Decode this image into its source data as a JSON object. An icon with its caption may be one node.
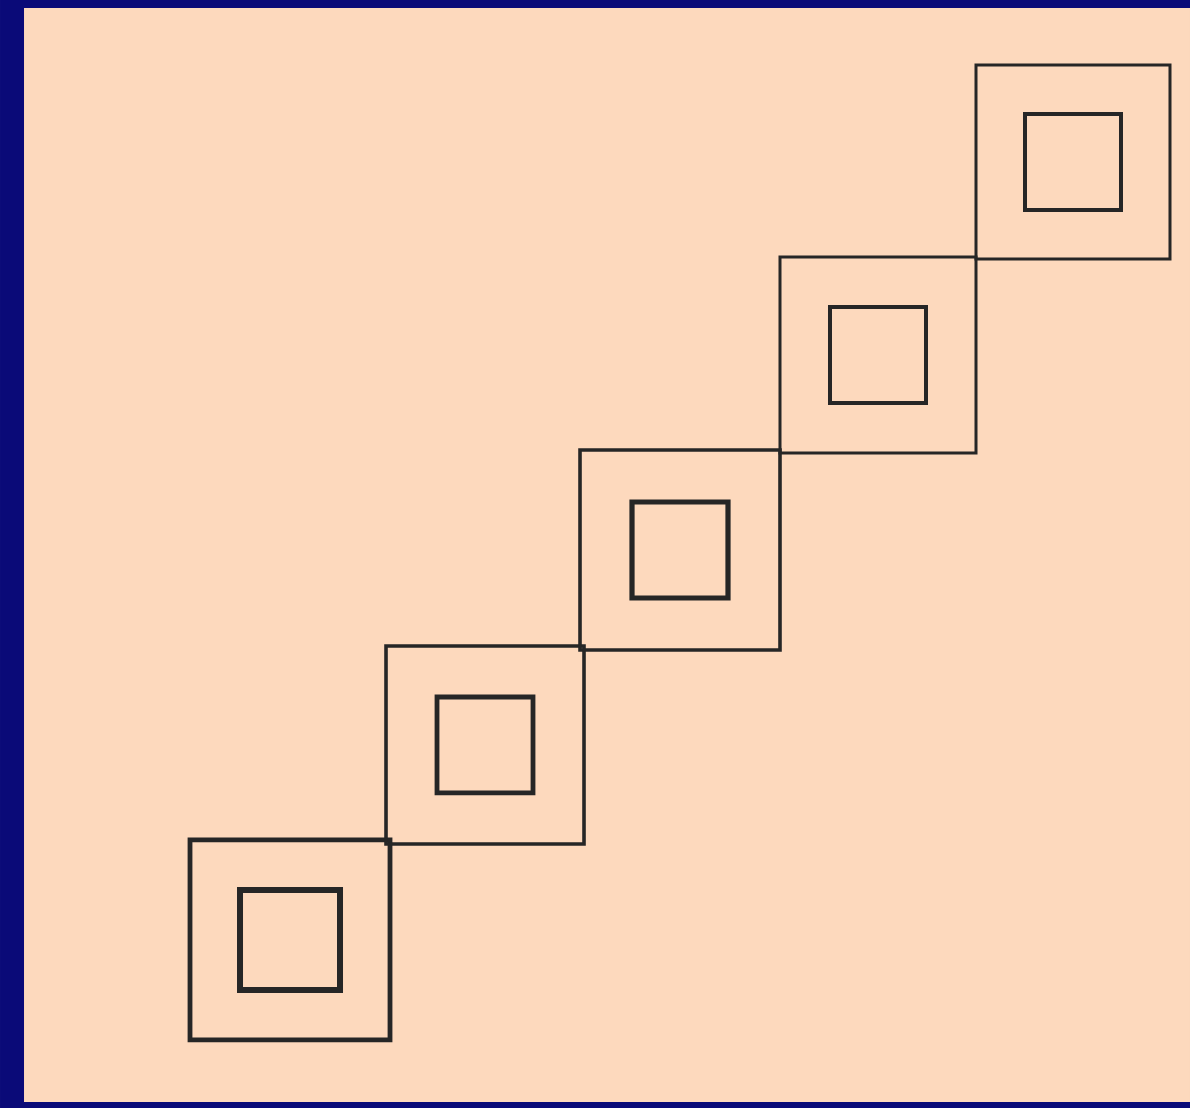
{
  "diagram": {
    "nodes": [
      {
        "text": [],
        "shape": "box"
      },
      {
        "text": [],
        "shape": "box",
        "in": 0
      },
      {
        "text": [],
        "shape": "box"
      },
      {
        "text": [],
        "shape": "box",
        "in": 2
      },
      {
        "text": [],
        "shape": "box"
      },
      {
        "text": [],
        "shape": "box",
        "in": 4
      },
      {
        "text": [],
        "shape": "box"
      },
      {
        "text": [],
        "shape": "box",
        "in": 6
      },
      {
        "text": [],
        "shape": "box"
      },
      {
        "text": [],
        "shape": "box",
        "in": 8
      }
    ]
  }
}
